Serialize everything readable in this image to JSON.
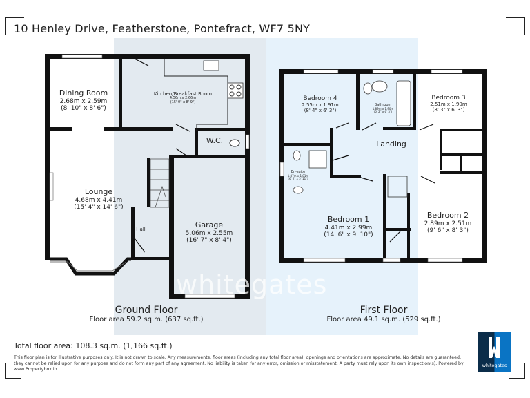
{
  "title": "10 Henley Drive, Featherstone, Pontefract, WF7 5NY",
  "ground_floor": {
    "name": "Ground Floor",
    "area": "Floor area 59.2 sq.m. (637 sq.ft.)",
    "rooms": [
      {
        "name": "Dining Room",
        "metric": "2.68m x 2.59m",
        "imperial": "(8' 10\" x 8' 6\")"
      },
      {
        "name": "Kitchen/Breakfast Room",
        "metric": "4.56m x 2.66m",
        "imperial": "(15' 0\" x 8' 9\")"
      },
      {
        "name": "W.C."
      },
      {
        "name": "Lounge",
        "metric": "4.68m x 4.41m",
        "imperial": "(15' 4\" x 14' 6\")"
      },
      {
        "name": "Hall"
      },
      {
        "name": "Garage",
        "metric": "5.06m x 2.55m",
        "imperial": "(16' 7\" x 8' 4\")"
      }
    ]
  },
  "first_floor": {
    "name": "First Floor",
    "area": "Floor area 49.1 sq.m. (529 sq.ft.)",
    "rooms": [
      {
        "name": "Bedroom 4",
        "metric": "2.55m x 1.91m",
        "imperial": "(8' 4\" x 6' 3\")"
      },
      {
        "name": "Bathroom",
        "metric": "1.89m x 1.90m",
        "imperial": "(6' 2\" x 6' 3\")"
      },
      {
        "name": "Bedroom 3",
        "metric": "2.51m x 1.90m",
        "imperial": "(8' 3\" x 6' 3\")"
      },
      {
        "name": "Landing"
      },
      {
        "name": "En-suite",
        "metric": "1.87m x 1.81m",
        "imperial": "(6' 2\" x 5' 11\")"
      },
      {
        "name": "Bedroom 1",
        "metric": "4.41m x 2.99m",
        "imperial": "(14' 6\" x 9' 10\")"
      },
      {
        "name": "Bedroom 2",
        "metric": "2.89m x 2.51m",
        "imperial": "(9' 6\" x 8' 3\")"
      }
    ]
  },
  "total_area": "Total floor area: 108.3 sq.m. (1,166 sq.ft.)",
  "disclaimer": "This floor plan is for illustrative purposes only. It is not drawn to scale. Any measurements, floor areas (including any total floor area), openings and orientations are approximate. No details are guaranteed, they cannot be relied upon for any purpose and do not form any part of any agreement. No liability is taken for any error, omission or misstatement. A party must rely upon its own inspection(s). Powered by www.Propertybox.io",
  "watermark": "whitegates",
  "logo": {
    "text": "whitegates",
    "colors": {
      "dark": "#0b2d4a",
      "light": "#0a74c4"
    }
  },
  "colors": {
    "wall": "#111111",
    "panel_left": "#e3eaf0",
    "panel_right": "#e6f2fb"
  }
}
